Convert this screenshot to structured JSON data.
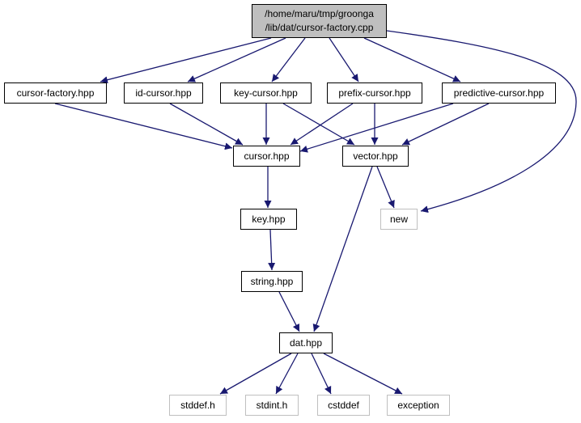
{
  "graph": {
    "root": {
      "line1": "/home/maru/tmp/groonga",
      "line2": "/lib/dat/cursor-factory.cpp"
    },
    "nodes": {
      "cursor_factory_hpp": "cursor-factory.hpp",
      "id_cursor_hpp": "id-cursor.hpp",
      "key_cursor_hpp": "key-cursor.hpp",
      "prefix_cursor_hpp": "prefix-cursor.hpp",
      "predictive_cursor_hpp": "predictive-cursor.hpp",
      "cursor_hpp": "cursor.hpp",
      "vector_hpp": "vector.hpp",
      "new": "new",
      "key_hpp": "key.hpp",
      "string_hpp": "string.hpp",
      "dat_hpp": "dat.hpp",
      "stddef_h": "stddef.h",
      "stdint_h": "stdint.h",
      "cstddef": "cstddef",
      "exception": "exception"
    },
    "edges": [
      [
        "root",
        "cursor_factory_hpp"
      ],
      [
        "root",
        "id_cursor_hpp"
      ],
      [
        "root",
        "key_cursor_hpp"
      ],
      [
        "root",
        "prefix_cursor_hpp"
      ],
      [
        "root",
        "predictive_cursor_hpp"
      ],
      [
        "root",
        "new"
      ],
      [
        "cursor_factory_hpp",
        "cursor_hpp"
      ],
      [
        "id_cursor_hpp",
        "cursor_hpp"
      ],
      [
        "key_cursor_hpp",
        "cursor_hpp"
      ],
      [
        "key_cursor_hpp",
        "vector_hpp"
      ],
      [
        "prefix_cursor_hpp",
        "cursor_hpp"
      ],
      [
        "prefix_cursor_hpp",
        "vector_hpp"
      ],
      [
        "predictive_cursor_hpp",
        "cursor_hpp"
      ],
      [
        "predictive_cursor_hpp",
        "vector_hpp"
      ],
      [
        "cursor_hpp",
        "key_hpp"
      ],
      [
        "vector_hpp",
        "new"
      ],
      [
        "vector_hpp",
        "dat_hpp"
      ],
      [
        "key_hpp",
        "string_hpp"
      ],
      [
        "string_hpp",
        "dat_hpp"
      ],
      [
        "dat_hpp",
        "stddef_h"
      ],
      [
        "dat_hpp",
        "stdint_h"
      ],
      [
        "dat_hpp",
        "cstddef"
      ],
      [
        "dat_hpp",
        "exception"
      ]
    ],
    "colors": {
      "edge": "#191970",
      "node_border": "#000000",
      "external_border": "#bfbfbf",
      "root_fill": "#bfbfbf"
    }
  }
}
